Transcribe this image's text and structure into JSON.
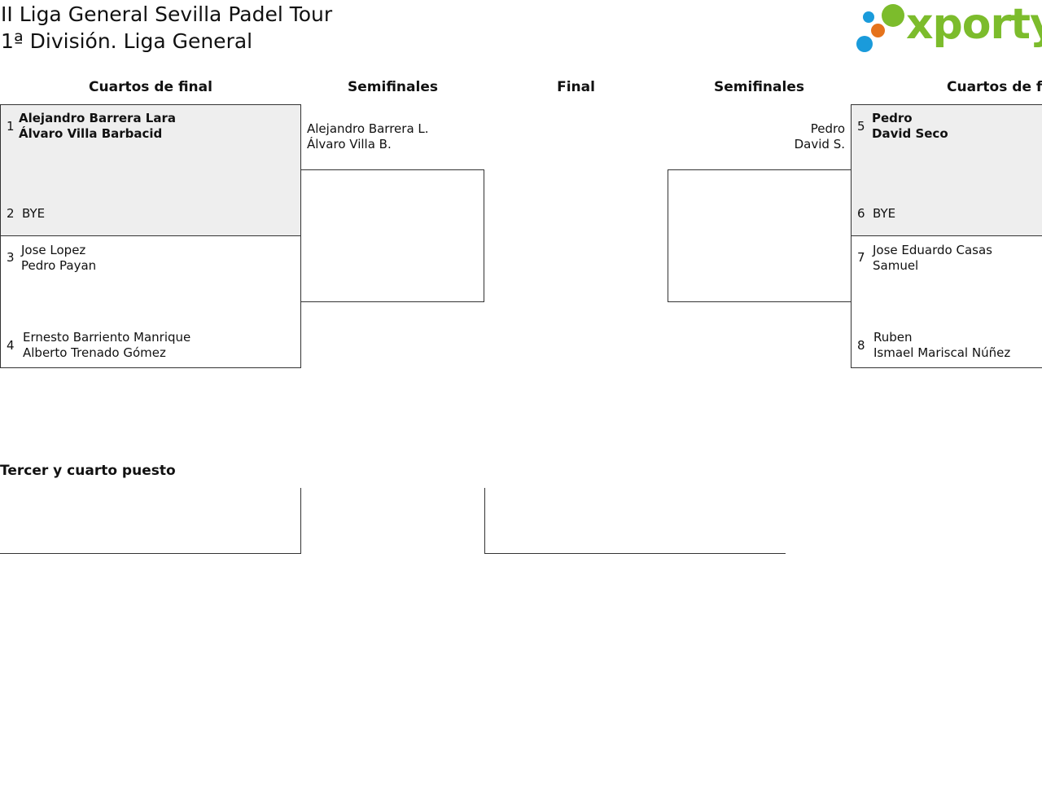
{
  "tournament": {
    "title": "II Liga General Sevilla Padel Tour",
    "subtitle": "1ª División. Liga General"
  },
  "logo": {
    "text": "xporty",
    "colors": {
      "green": "#7cbc2c",
      "blue": "#1a9bdb",
      "orange": "#e5731c"
    }
  },
  "rounds": {
    "quarterfinals": "Cuartos de final",
    "semifinals": "Semifinales",
    "final": "Final"
  },
  "third_place": {
    "label": "Tercer y cuarto puesto"
  },
  "left_bracket": {
    "matches": [
      {
        "top": {
          "seed": "1",
          "players": [
            "Alejandro Barrera Lara",
            "Álvaro Villa Barbacid"
          ],
          "winner": true
        },
        "bottom": {
          "seed": "2",
          "players": [
            "BYE"
          ]
        }
      },
      {
        "top": {
          "seed": "3",
          "players": [
            "Jose Lopez",
            "Pedro Payan"
          ]
        },
        "bottom": {
          "seed": "4",
          "players": [
            "Ernesto Barriento Manrique",
            "Alberto Trenado Gómez"
          ]
        }
      }
    ],
    "semifinal_entry": [
      "Alejandro Barrera L.",
      "Álvaro Villa B."
    ]
  },
  "right_bracket": {
    "matches": [
      {
        "top": {
          "seed": "5",
          "players": [
            "Pedro",
            "David Seco"
          ],
          "winner": true
        },
        "bottom": {
          "seed": "6",
          "players": [
            "BYE"
          ]
        }
      },
      {
        "top": {
          "seed": "7",
          "players": [
            "Jose Eduardo Casas",
            "Samuel"
          ]
        },
        "bottom": {
          "seed": "8",
          "players": [
            "Ruben",
            "Ismael Mariscal Núñez"
          ]
        }
      }
    ],
    "semifinal_entry": [
      "Pedro",
      "David S."
    ]
  }
}
